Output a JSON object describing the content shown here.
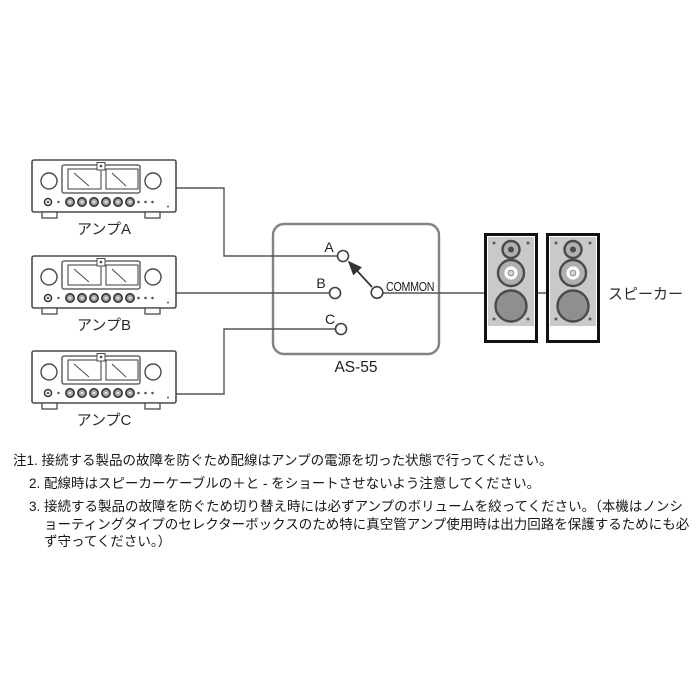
{
  "colors": {
    "line_art": "#4a4a4a",
    "wire": "#555555",
    "selector_box_border": "#828282",
    "speaker_face_gray": "#c9c9c9",
    "speaker_woofer_gray": "#8f8f8f",
    "text": "#1f1f1f"
  },
  "diagram": {
    "amplifiers": [
      {
        "label": "アンプA"
      },
      {
        "label": "アンプB"
      },
      {
        "label": "アンプC"
      }
    ],
    "selector_box": {
      "model_label": "AS-55",
      "terminal_a": "A",
      "terminal_b": "B",
      "terminal_c": "C",
      "common_label": "COMMON",
      "selected_terminal": "A"
    },
    "speaker_label": "スピーカー"
  },
  "notes": [
    "注1. 接続する製品の故障を防ぐため配線はアンプの電源を切った状態で行ってください。",
    "2. 配線時はスピーカーケーブルの＋と - をショートさせないよう注意してください。",
    "3. 接続する製品の故障を防ぐため切り替え時には必ずアンプのボリュームを絞ってください。（本機はノンショーティングタイプのセレクターボックスのため特に真空管アンプ使用時は出力回路を保護するためにも必ず守ってください。）"
  ]
}
